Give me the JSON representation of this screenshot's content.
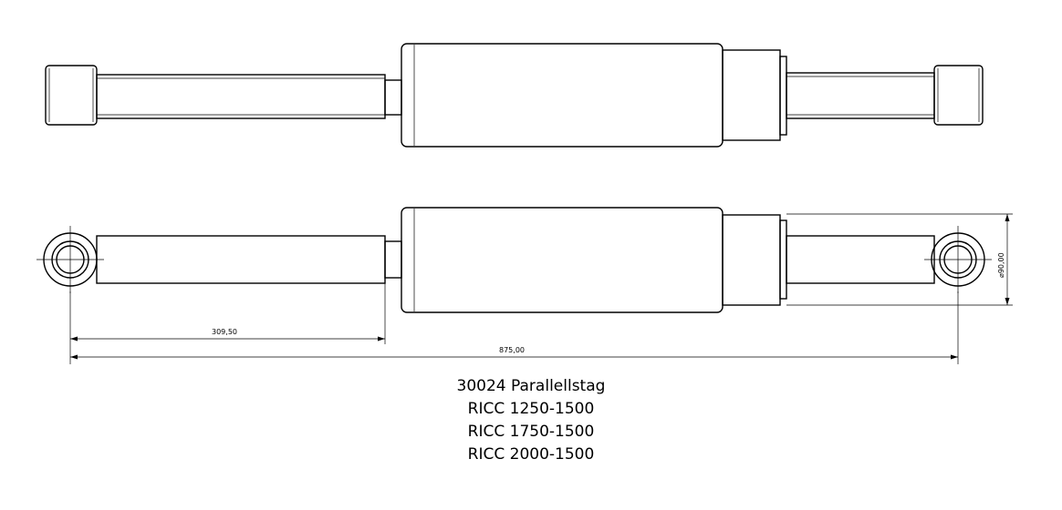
{
  "dimensions": {
    "length_left": "309,50",
    "length_total": "875,00",
    "diameter": "⌀90,00"
  },
  "caption": {
    "title": "30024 Parallellstag",
    "models": [
      "RICC 1250-1500",
      "RICC 1750-1500",
      "RICC 2000-1500"
    ]
  }
}
